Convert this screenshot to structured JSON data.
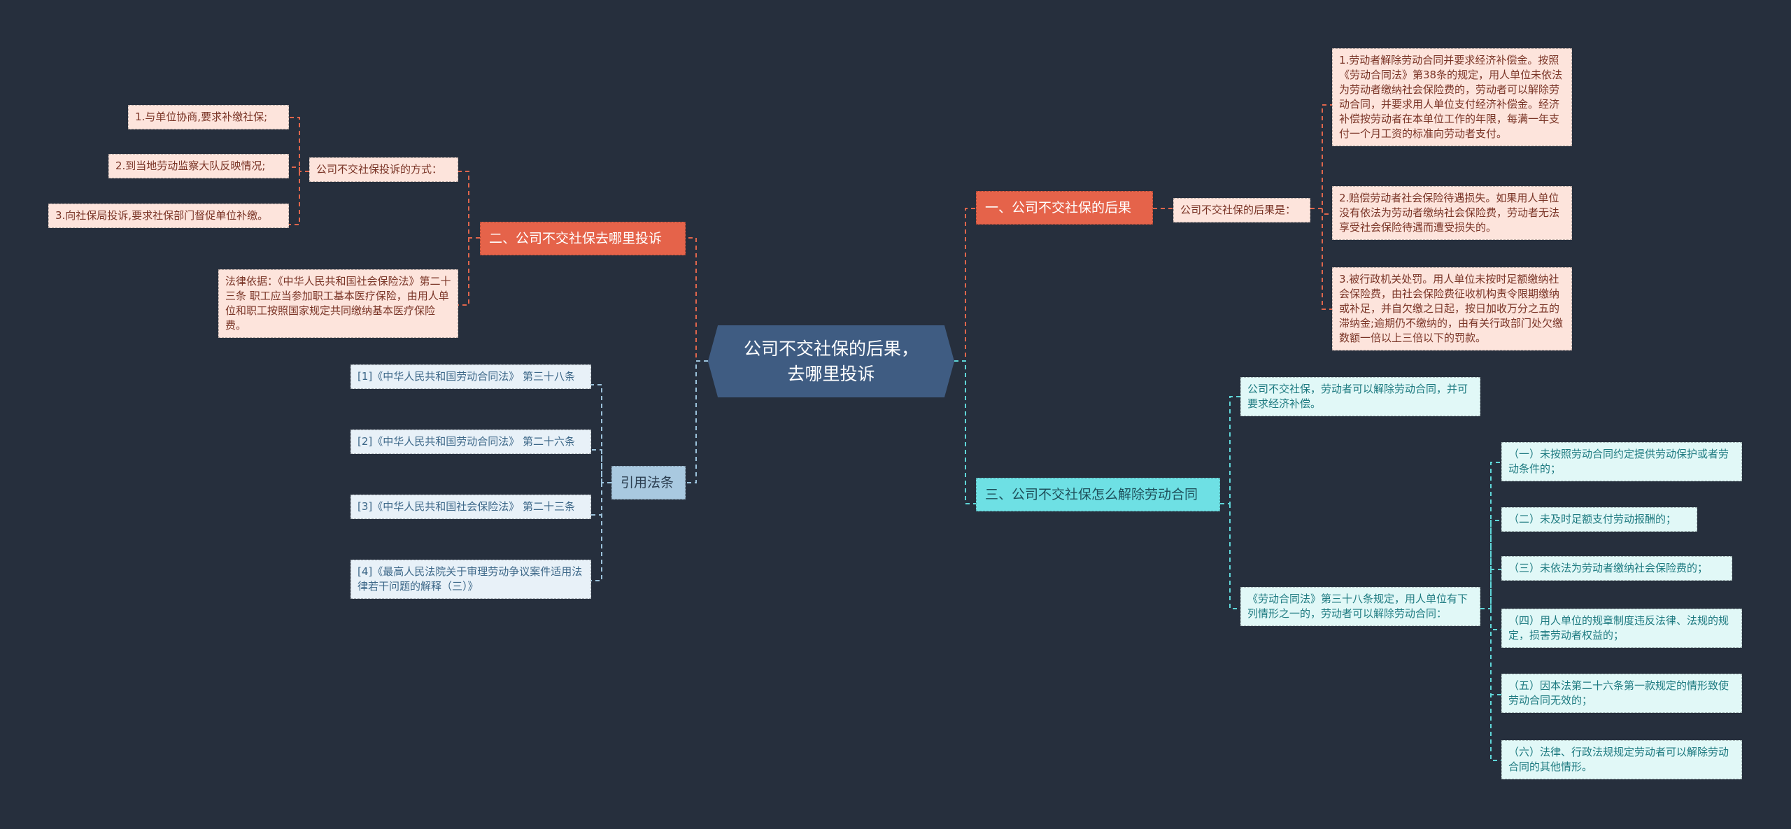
{
  "center": "公司不交社保的后果，去哪里投诉",
  "b1": {
    "label": "一、公司不交社保的后果",
    "sub": "公司不交社保的后果是：",
    "items": [
      "1.劳动者解除劳动合同并要求经济补偿金。按照《劳动合同法》第38条的规定，用人单位未依法为劳动者缴纳社会保险费的，劳动者可以解除劳动合同，并要求用人单位支付经济补偿金。经济补偿按劳动者在本单位工作的年限，每满一年支付一个月工资的标准向劳动者支付。",
      "2.赔偿劳动者社会保险待遇损失。如果用人单位没有依法为劳动者缴纳社会保险费，劳动者无法享受社会保险待遇而遭受损失的。",
      "3.被行政机关处罚。用人单位未按时足额缴纳社会保险费，由社会保险费征收机构责令限期缴纳或补足，并自欠缴之日起，按日加收万分之五的滞纳金;逾期仍不缴纳的，由有关行政部门处欠缴数额一倍以上三倍以下的罚款。"
    ]
  },
  "b2": {
    "label": "二、公司不交社保去哪里投诉",
    "sub": "公司不交社保投诉的方式：",
    "items": [
      "1.与单位协商,要求补缴社保;",
      "2.到当地劳动监察大队反映情况;",
      "3.向社保局投诉,要求社保部门督促单位补缴。"
    ],
    "law": "法律依据：《中华人民共和国社会保险法》第二十三条 职工应当参加职工基本医疗保险，由用人单位和职工按照国家规定共同缴纳基本医疗保险费。"
  },
  "b3": {
    "label": "三、公司不交社保怎么解除劳动合同",
    "sub1": "公司不交社保，劳动者可以解除劳动合同，并可要求经济补偿。",
    "sub2": "《劳动合同法》第三十八条规定，用人单位有下列情形之一的，劳动者可以解除劳动合同：",
    "items": [
      "（一）未按照劳动合同约定提供劳动保护或者劳动条件的；",
      "（二）未及时足额支付劳动报酬的；",
      "（三）未依法为劳动者缴纳社会保险费的；",
      "（四）用人单位的规章制度违反法律、法规的规定，损害劳动者权益的；",
      "（五）因本法第二十六条第一款规定的情形致使劳动合同无效的；",
      "（六）法律、行政法规规定劳动者可以解除劳动合同的其他情形。"
    ]
  },
  "refs": {
    "label": "引用法条",
    "items": [
      "[1]《中华人民共和国劳动合同法》 第三十八条",
      "[2]《中华人民共和国劳动合同法》 第二十六条",
      "[3]《中华人民共和国社会保险法》 第二十三条",
      "[4]《最高人民法院关于审理劳动争议案件适用法律若干问题的解释（三）》"
    ]
  }
}
